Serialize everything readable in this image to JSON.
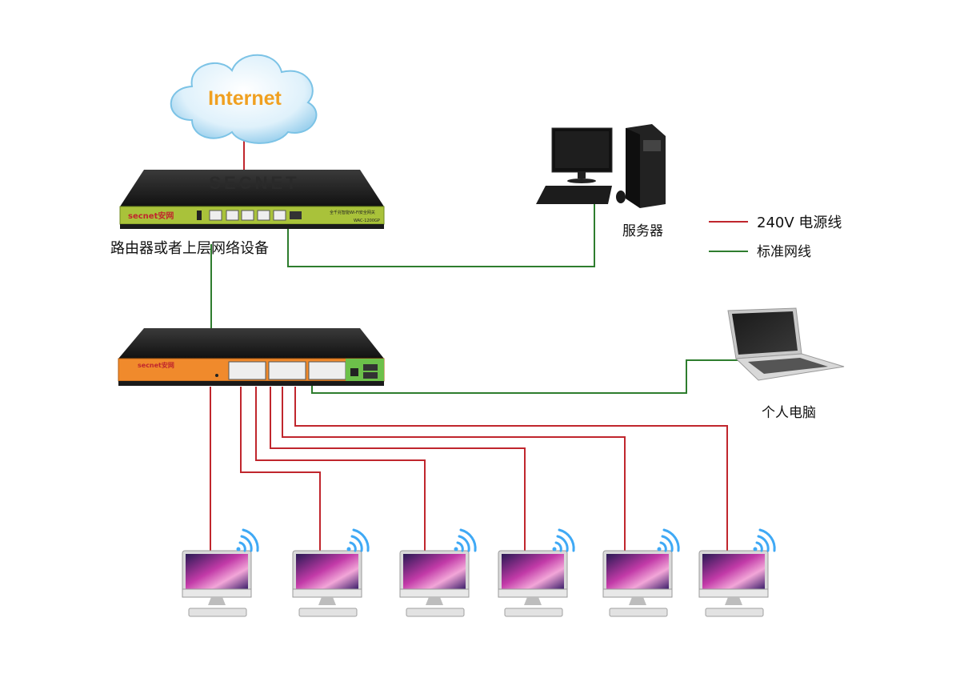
{
  "cloud": {
    "label": "Internet"
  },
  "router": {
    "brand": "secnet安网",
    "model_line1": "全千兆智能Wi-Fi安全网关",
    "model_code": "WAC-1200GP",
    "caption": "路由器或者上层网络设备"
  },
  "server": {
    "label": "服务器"
  },
  "laptop": {
    "label": "个人电脑"
  },
  "switch": {
    "brand": "secnet安网"
  },
  "legend": {
    "power": {
      "label": "240V 电源线",
      "color": "#c0262d"
    },
    "network": {
      "label": "标准网线",
      "color": "#2e7d2e"
    }
  },
  "colors": {
    "cloud_text": "#f0a020",
    "router_panel": "#a9c23a",
    "switch_panel": "#f08a2c",
    "switch_uplink": "#6cc04a"
  },
  "clients": [
    {
      "icon": "imac-wifi-icon"
    },
    {
      "icon": "imac-wifi-icon"
    },
    {
      "icon": "imac-wifi-icon"
    },
    {
      "icon": "imac-wifi-icon"
    },
    {
      "icon": "imac-wifi-icon"
    },
    {
      "icon": "imac-wifi-icon"
    }
  ]
}
